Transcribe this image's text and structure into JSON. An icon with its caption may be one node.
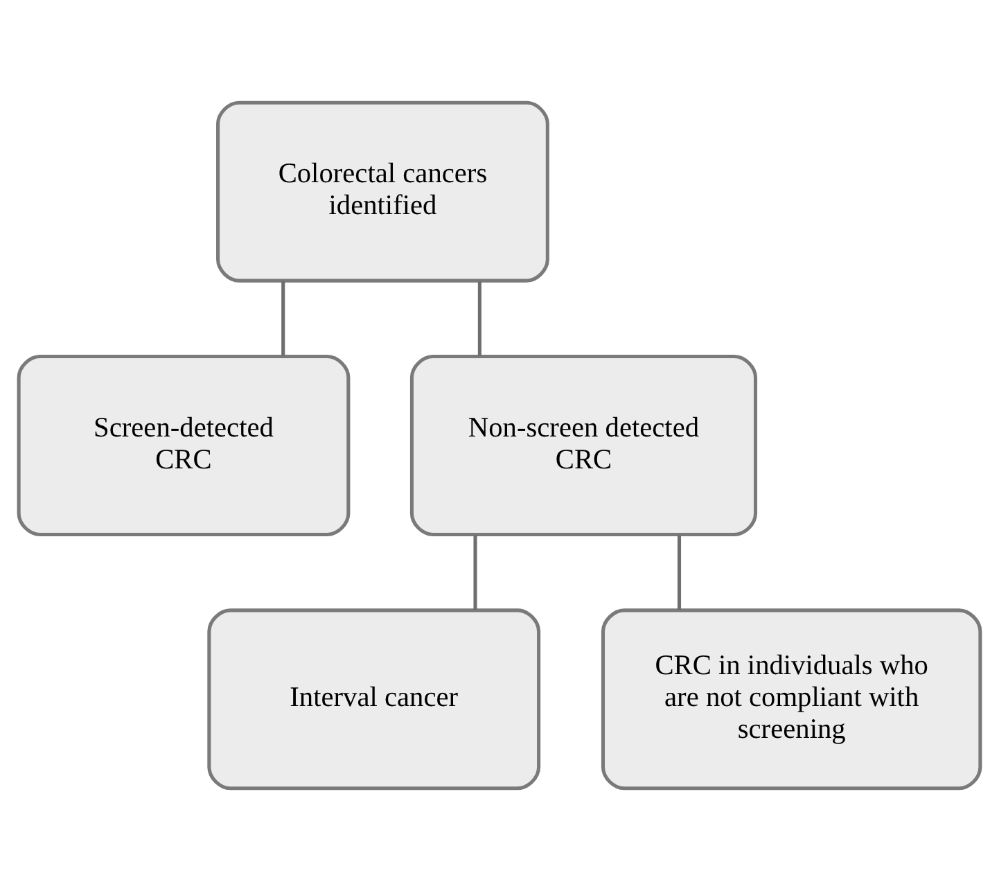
{
  "diagram": {
    "nodes": [
      {
        "text": [
          "Colorectal cancers identified"
        ]
      },
      {
        "text": [
          "Screen-detected CRC"
        ]
      },
      {
        "text": [
          "Non-screen detected CRC"
        ]
      },
      {
        "text": [
          "Interval cancer"
        ]
      },
      {
        "text": [
          "CRC in individuals who are not compliant with screening"
        ]
      }
    ],
    "edges": [
      {
        "from": 0,
        "to": 1,
        "arrow": "none"
      },
      {
        "from": 0,
        "to": 2,
        "arrow": "none"
      },
      {
        "from": 2,
        "to": 3,
        "arrow": "none"
      },
      {
        "from": 2,
        "to": 4,
        "arrow": "none"
      }
    ]
  }
}
